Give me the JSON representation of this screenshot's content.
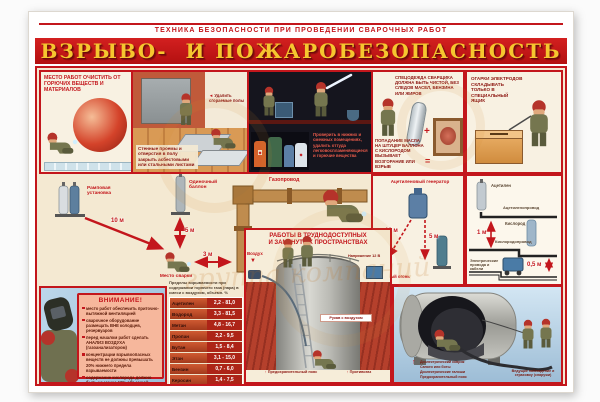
{
  "poster": {
    "header": "ТЕХНИКА БЕЗОПАСНОСТИ ПРИ ПРОВЕДЕНИИ СВАРОЧНЫХ РАБОТ",
    "title": "ВЗРЫВО-  И ПОЖАРОБЕЗОПАСНОСТЬ",
    "watermark": "группа компаний"
  },
  "colors": {
    "accent_red": "#c3161c",
    "banner_text_gold": "#f6c62f",
    "background_cream": "#f4e9d2",
    "panel_blue": "#bcd7ea",
    "attention_pink": "#f6b79c"
  },
  "icons": {
    "arrow_left": "◄",
    "arrow_up": "↑",
    "arrow_down": "▼",
    "plus": "+",
    "equals": "=",
    "diamond": "◆"
  },
  "top_row": {
    "clear_caption": "МЕСТО РАБОТ ОЧИСТИТЬ ОТ ГОРЮЧИХ ВЕЩЕСТВ И МАТЕРИАЛОВ",
    "floor_label": "Удалить сгораемые полы",
    "floor_caption": "Стенные проемы и отверстия в полу закрыть асбестовыми или стальными листами",
    "rooms_caption": "Проверить в нижних и смежных помещениях, удалить оттуда легковоспламеняющиеся и горючие вещества",
    "clothes_caption": "СПЕЦОДЕЖДА СВАРЩИКА ДОЛЖНА БЫТЬ ЧИСТОЙ, БЕЗ СЛЕДОВ МАСЕЛ, БЕНЗИНА ИЛИ ЖИРОВ",
    "oil_caption": "ПОПАДАНИЕ МАСЛА НА ШТУЦЕР БАЛЛОНА С КИСЛОРОДОМ ВЫЗЫВАЕТ ВОЗГОРАНИЕ ИЛИ ВЗРЫВ",
    "electrodes_caption": "ОГАРКИ ЭЛЕКТРОДОВ СКЛАДЫВАТЬ ТОЛЬКО В СПЕЦИАЛЬНЫЙ ЯЩИК"
  },
  "middle": {
    "ramp_label": "Рамповая установка",
    "ramp_distance": "10 м",
    "single_label": "Одиночный баллон",
    "single_distance": "5 м",
    "site_label": "Место сварки",
    "site_distance": "3 м",
    "pipe_label": "Газопровод",
    "generator_label": "Ацетиленовый генератор",
    "generator_fire_distance": "10 м",
    "generator_cyl_distance": "5 м",
    "fire_label": "Открытый огонь"
  },
  "pipes_panel": {
    "acetylene": "Ацетилен",
    "acetylene_pipe": "Ацетиленопровод",
    "oxygen": "Кислород",
    "oxygen_pipe": "Кислородопровод",
    "gap_pipes": "1 м",
    "gap_cables": "0,5 м",
    "cables_label": "Электрические провода и кабели"
  },
  "attention": {
    "title": "ВНИМАНИЕ!",
    "items": [
      "место работ обеспечить приточно-вытяжной вентиляцией",
      "сварочное оборудование размещать ВНЕ колодцев, резервуаров",
      "перед началом работ сделать АНАЛИЗ ВОЗДУХА (газоанализатором)",
      "концентрации взрывоопасных веществ не должны превышать 20% нижнего предела взрываемости",
      "содержание кислорода должно быть не менее 19% объемной доли воздуха"
    ]
  },
  "limits_table": {
    "header": "Пределы взрываемости при содержании горючего газа (пара) в смеси с воздухом, объемн. %",
    "rows": [
      {
        "name": "Ацетилен",
        "range": "2,2 - 81,0"
      },
      {
        "name": "Водород",
        "range": "3,3 - 81,5"
      },
      {
        "name": "Метан",
        "range": "4,8 - 16,7"
      },
      {
        "name": "Пропан",
        "range": "2,2 - 9,5"
      },
      {
        "name": "Бутан",
        "range": "1,5 - 8,4"
      },
      {
        "name": "Этан",
        "range": "3,1 - 15,0"
      },
      {
        "name": "Бензин",
        "range": "0,7 - 6,0"
      },
      {
        "name": "Керосин",
        "range": "1,4 - 7,5"
      }
    ]
  },
  "confined": {
    "title_line1": "РАБОТЫ В ТРУДНОДОСТУПНЫХ",
    "title_line2": "И ЗАМКНУТЫХ  ПРОСТРАНСТВАХ",
    "air_label": "Воздух",
    "voltage_label": "Напряжение 12 В",
    "hose_label": "Рукав с воздухом",
    "belt_label": "Предохранительный пояс",
    "mask_label": "Противогаз"
  },
  "cistern": {
    "equipment": [
      "Диэлектрический коврик",
      "Сапоги или боты",
      "Диэлектрические галоши",
      "Предохранительный пояс"
    ],
    "observers_caption": "Ведущие наблюдение и страховку (снаружи)"
  }
}
